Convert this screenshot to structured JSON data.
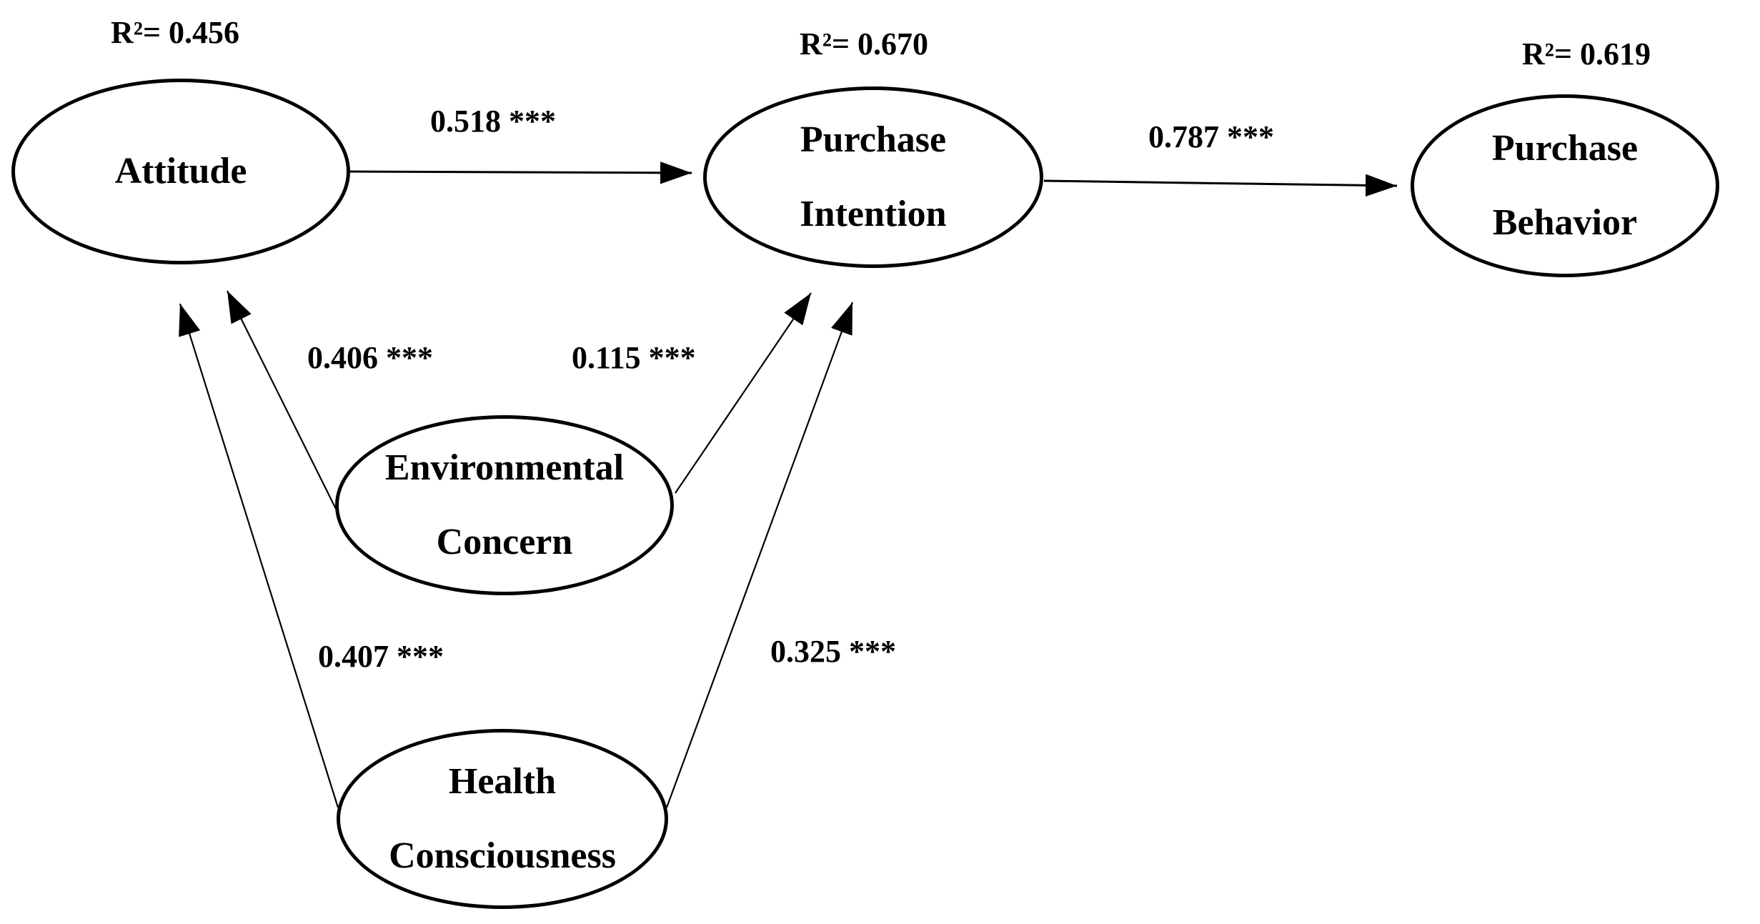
{
  "figure": {
    "background_color": "#ffffff",
    "ink_color": "#000000"
  },
  "nodes": {
    "attitude": {
      "label_lines": [
        "Attitude"
      ],
      "r2": "R²= 0.456"
    },
    "purchase_intention": {
      "label_lines": [
        "Purchase",
        "Intention"
      ],
      "r2": "R²= 0.670"
    },
    "purchase_behavior": {
      "label_lines": [
        "Purchase",
        "Behavior"
      ],
      "r2": "R²= 0.619"
    },
    "environmental_concern": {
      "label_lines": [
        "Environmental",
        "Concern"
      ]
    },
    "health_consciousness": {
      "label_lines": [
        "Health",
        "Consciousness"
      ]
    }
  },
  "paths": [
    {
      "from": "Attitude",
      "to": "Purchase Intention",
      "label": "0.518 ***"
    },
    {
      "from": "Purchase Intention",
      "to": "Purchase Behavior",
      "label": "0.787 ***"
    },
    {
      "from": "Environmental Concern",
      "to": "Attitude",
      "label": "0.406 ***"
    },
    {
      "from": "Environmental Concern",
      "to": "Purchase Intention",
      "label": "0.115 ***"
    },
    {
      "from": "Health Consciousness",
      "to": "Attitude",
      "label": "0.407 ***"
    },
    {
      "from": "Health Consciousness",
      "to": "Purchase Intention",
      "label": "0.325 ***"
    }
  ]
}
